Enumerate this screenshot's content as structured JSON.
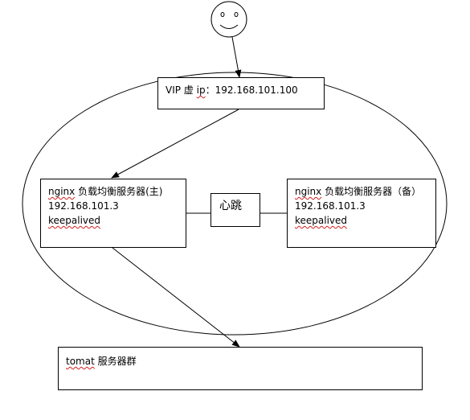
{
  "vip_box": {
    "label": "VIP 虚",
    "ip_word": "ip",
    "address": "：192.168.101.100"
  },
  "master_box": {
    "name_word": "nginx",
    "name_rest": " 负载均衡服务器(主)",
    "ip": "192.168.101.3",
    "software": "keepalived"
  },
  "backup_box": {
    "name_word": "nginx",
    "name_rest": " 负载均衡服务器（备）",
    "ip": "192.168.101.3",
    "software": "keepalived"
  },
  "heartbeat_box": {
    "label": "心跳"
  },
  "tomcat_box": {
    "name_word": "tomat",
    "name_rest": " 服务器群"
  },
  "client": {
    "icon": "smiley-face-icon"
  },
  "colors": {
    "line": "#000000",
    "spellcheck": "#d21f1f",
    "background": "#ffffff"
  }
}
